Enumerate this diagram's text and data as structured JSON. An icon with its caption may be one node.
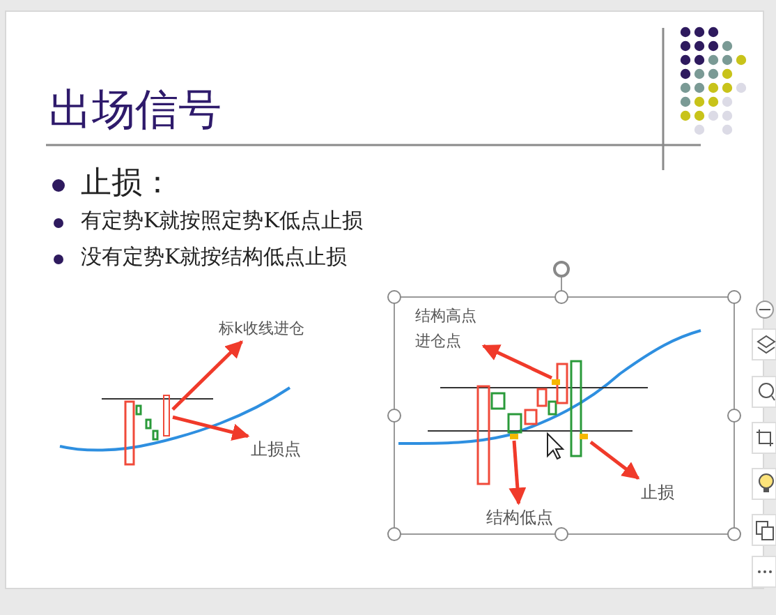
{
  "diagram": {
    "title": "出场信号",
    "nodes": [
      {
        "text": [
          "标k收线进仓"
        ]
      },
      {
        "text": [
          "止损点"
        ]
      },
      {
        "text": [
          "结构高点进仓点"
        ]
      },
      {
        "text": [
          "结构低点"
        ]
      },
      {
        "text": [
          "止损"
        ]
      },
      {
        "text": [],
        "shape": "bar"
      }
    ],
    "edges": [
      {
        "from": 5,
        "to": 0,
        "arrow": "to"
      },
      {
        "from": 5,
        "to": 1,
        "arrow": "to"
      },
      {
        "from": null,
        "to": 2,
        "arrow": "to"
      },
      {
        "from": null,
        "to": 3,
        "arrow": "to"
      },
      {
        "from": null,
        "to": 4,
        "arrow": "to"
      }
    ],
    "labels": [
      "止损：",
      "有定势K就按照定势K低点止损",
      "没有定势K就按结构低点止损"
    ]
  }
}
